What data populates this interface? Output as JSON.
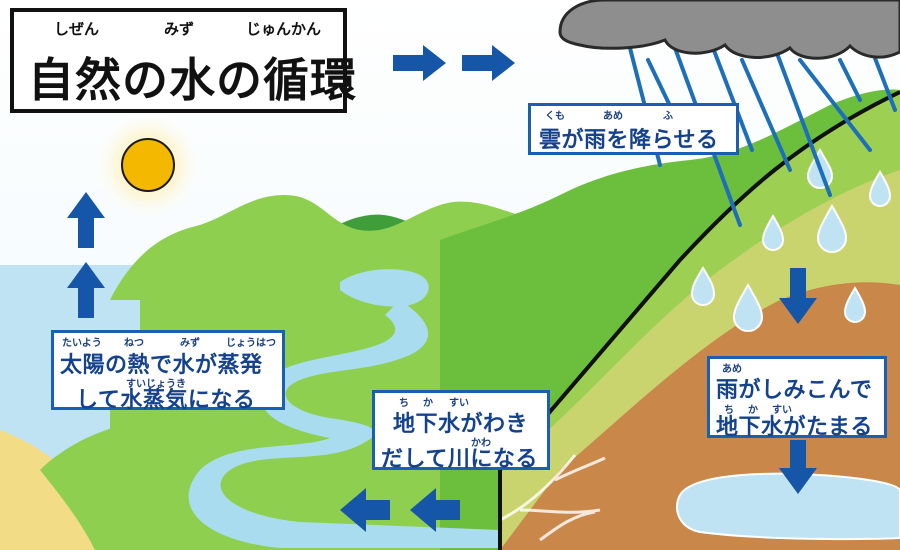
{
  "title": {
    "text": "自然の水の循環",
    "ruby": [
      "しぜん",
      "みず",
      "じゅんかん"
    ]
  },
  "labels": {
    "clouds": {
      "line1": "雲が雨を降らせる",
      "ruby": [
        "くも",
        "あめ",
        "ふ"
      ]
    },
    "evaporation": {
      "line1": "太陽の熱で水が蒸発",
      "line2": "して水蒸気になる",
      "ruby1": [
        "たいよう",
        "ねつ",
        "みず",
        "じょうはつ"
      ],
      "ruby2": [
        "すいじょうき"
      ]
    },
    "groundwater_river": {
      "line1": "地下水がわき",
      "line2": "だして川になる",
      "ruby1": [
        "ち",
        "か",
        "すい"
      ],
      "ruby2": [
        "かわ"
      ]
    },
    "rain_soak": {
      "line1": "雨がしみこんで",
      "line2": "地下水がたまる",
      "ruby1": [
        "あめ"
      ],
      "ruby2": [
        "ち",
        "か",
        "すい"
      ]
    }
  },
  "colors": {
    "arrow": "#1556a8",
    "sky": "#ffffff",
    "sea": "#bfe3f2",
    "water": "#a9dcef",
    "hill_light": "#8fcf4f",
    "hill_mid": "#6cbf3c",
    "hill_dark": "#3f9e3a",
    "sand": "#f3dc86",
    "soil_yellow": "#c9d46e",
    "soil_brown": "#c9874a",
    "cloud": "#8e8e8e",
    "rain": "#1d6fb8",
    "sun": "#f5b800"
  }
}
